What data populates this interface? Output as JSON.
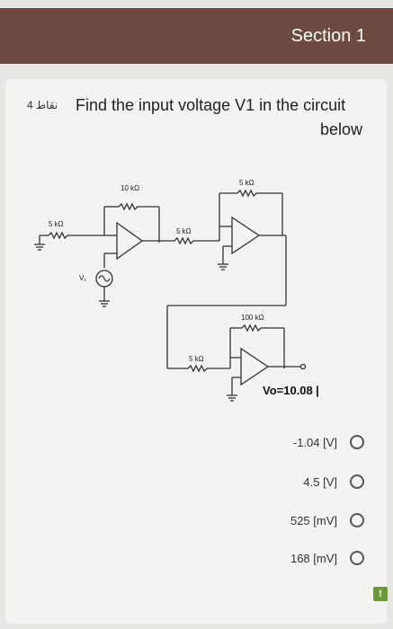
{
  "header": {
    "title": "Section 1"
  },
  "question": {
    "points": "4 نقاط",
    "line1": "Find the input voltage V1 in the circuit",
    "line2": "below"
  },
  "circuit": {
    "r1": "10 kΩ",
    "r2": "5 kΩ",
    "r3": "5 kΩ",
    "r4": "5 kΩ",
    "r5": "100 kΩ",
    "r6": "5 kΩ",
    "source": "V₁",
    "output": "Vo=10.08 [V]"
  },
  "options": [
    {
      "label": "-1.04 [V]"
    },
    {
      "label": "4.5 [V]"
    },
    {
      "label": "525 [mV]"
    },
    {
      "label": "168 [mV]"
    }
  ],
  "alert_icon": "!"
}
